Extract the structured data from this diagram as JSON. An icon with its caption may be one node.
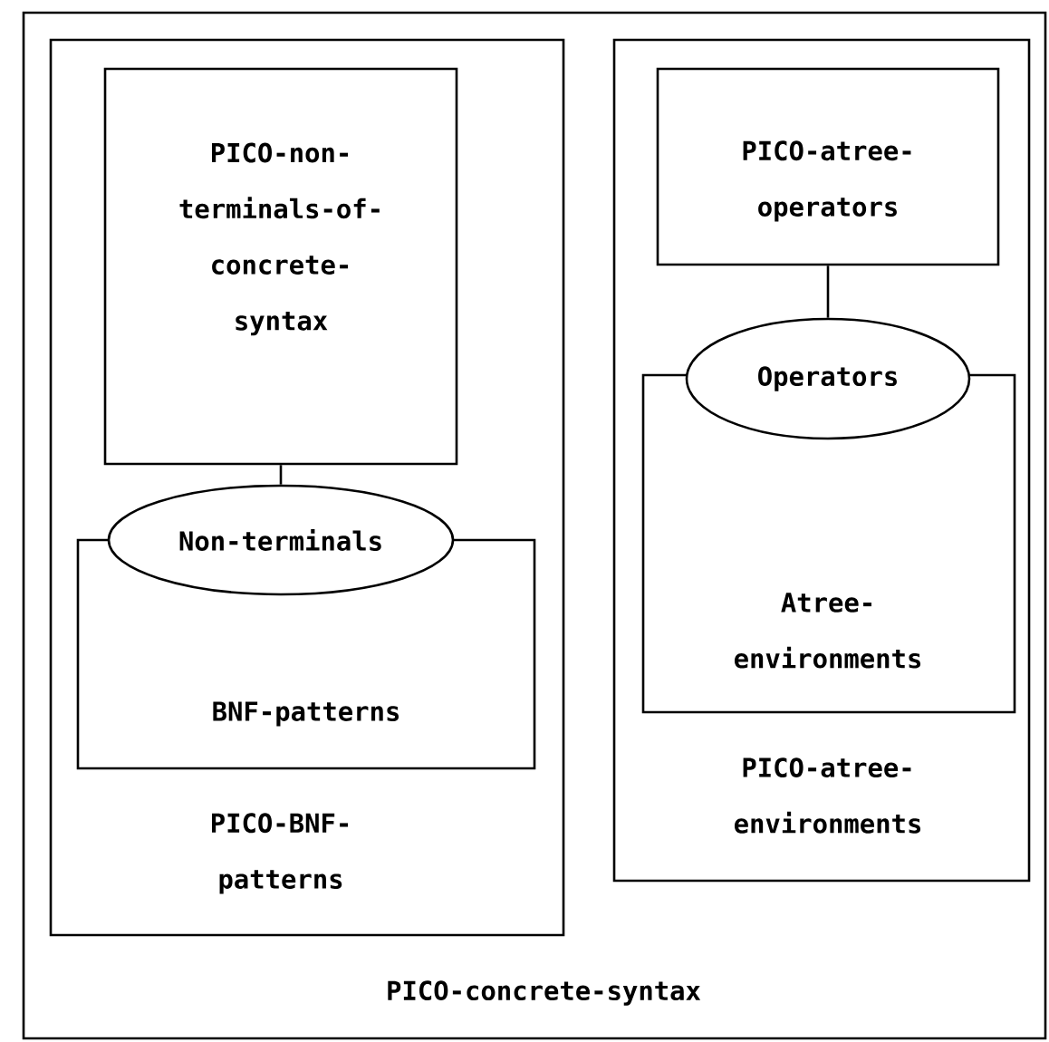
{
  "diagram": {
    "nodes": [
      {
        "text": [
          "PICO-concrete-syntax"
        ]
      },
      {
        "text": [
          "PICO-BNF- patterns"
        ],
        "in": 0
      },
      {
        "text": [
          "PICO-non- terminals-of- concrete- syntax"
        ],
        "in": 1
      },
      {
        "text": [
          "Non-terminals"
        ],
        "in": 1
      },
      {
        "text": [
          "BNF-patterns"
        ],
        "in": 1
      },
      {
        "text": [
          "PICO-atree- environments"
        ],
        "in": 0
      },
      {
        "text": [
          "PICO-atree- operators"
        ],
        "in": 5
      },
      {
        "text": [
          "Operators"
        ],
        "in": 5
      },
      {
        "text": [
          "Atree- environments"
        ],
        "in": 5
      }
    ],
    "edges": [
      {
        "from": 2,
        "to": 3,
        "arrow": "none"
      },
      {
        "from": 6,
        "to": 7,
        "arrow": "none"
      }
    ]
  }
}
